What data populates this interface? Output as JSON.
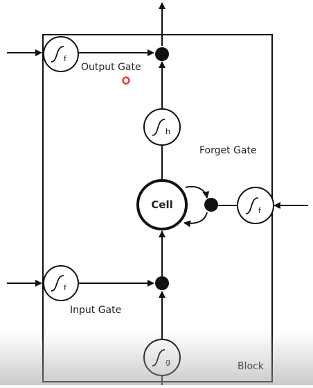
{
  "labels": {
    "output_gate": "Output Gate",
    "forget_gate": "Forget Gate",
    "input_gate": "Input Gate",
    "block": "Block",
    "cell": "Cell"
  },
  "units": {
    "output_gate_sub": "f",
    "forget_gate_sub": "f",
    "input_gate_sub": "f",
    "cell_output_sub": "h",
    "cell_input_sub": "g"
  },
  "colors": {
    "line": "#111111",
    "cursor": "#e04040"
  }
}
